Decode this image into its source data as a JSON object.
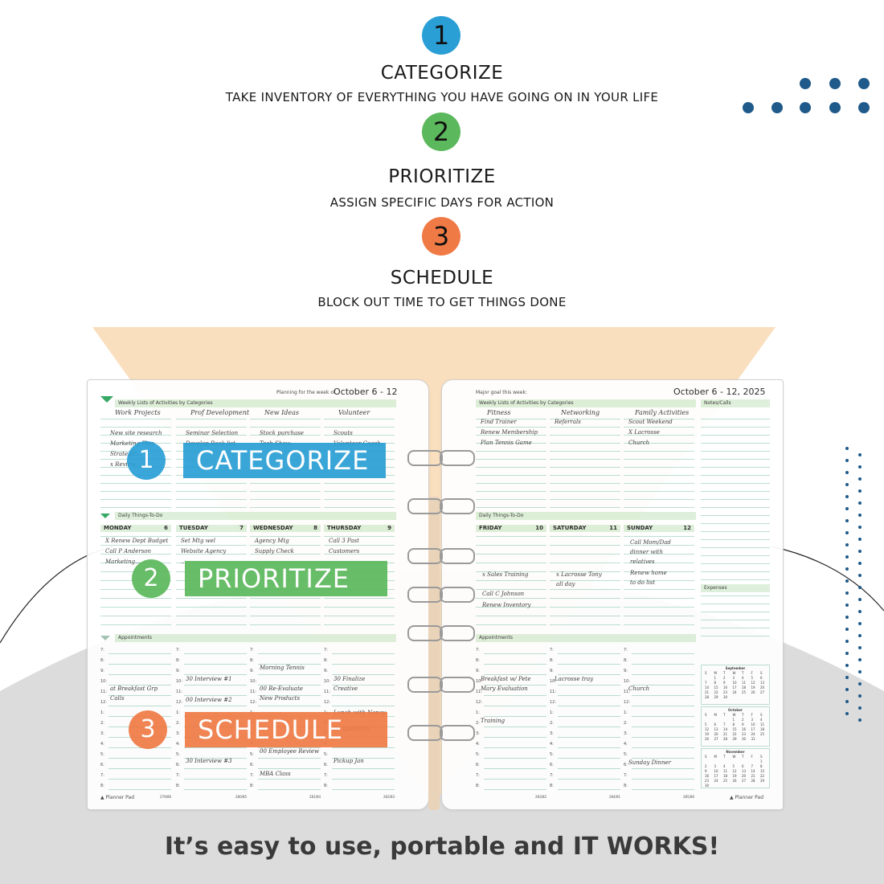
{
  "steps": [
    {
      "num": "1",
      "title": "CATEGORIZE",
      "subtitle": "TAKE INVENTORY OF EVERYTHING YOU HAVE GOING ON IN YOUR LIFE",
      "color": "#2a9fd6"
    },
    {
      "num": "2",
      "title": "PRIORITIZE",
      "subtitle": "ASSIGN SPECIFIC DAYS FOR ACTION",
      "color": "#5cb85c"
    },
    {
      "num": "3",
      "title": "SCHEDULE",
      "subtitle": "BLOCK OUT TIME TO GET THINGS DONE",
      "color": "#f07a45"
    }
  ],
  "overlays": {
    "categorize": {
      "num": "1",
      "label": "CATEGORIZE",
      "circle_color": "#2a9fd6",
      "bar_color": "#2a9fd6"
    },
    "prioritize": {
      "num": "2",
      "label": "PRIORITIZE",
      "circle_color": "#5cb85c",
      "bar_color": "#5cb85c"
    },
    "schedule": {
      "num": "3",
      "label": "SCHEDULE",
      "circle_color": "#f07a45",
      "bar_color": "#f07a45"
    }
  },
  "left_page": {
    "planning_label": "Planning for the week of",
    "week": "October 6 - 12",
    "weekly_lists_label": "Weekly Lists of Activities by Categories",
    "categories": [
      "Work Projects",
      "Prof Development",
      "New Ideas",
      "Volunteer"
    ],
    "category_items": [
      [
        "New site research",
        "Marketing Plan",
        "Strategic...",
        "x Review..."
      ],
      [
        "Seminar Selection",
        "Develop Book list"
      ],
      [
        "Stock purchase",
        "Tech Show"
      ],
      [
        "Scouts",
        "Volunteer Coach"
      ]
    ],
    "daily_label": "Daily Things-To-Do",
    "days": [
      {
        "name": "MONDAY",
        "date": "6",
        "items": [
          "X Renew Dept Budget",
          "Call P Anderson",
          "Marketing..."
        ]
      },
      {
        "name": "TUESDAY",
        "date": "7",
        "items": [
          "Set Mtg wel",
          "Website Agency",
          "..."
        ]
      },
      {
        "name": "WEDNESDAY",
        "date": "8",
        "items": [
          "Agency Mtg",
          "Supply Check"
        ]
      },
      {
        "name": "THURSDAY",
        "date": "9",
        "items": [
          "Call 3 Past",
          "Customers"
        ]
      }
    ],
    "appointments_label": "Appointments",
    "hours": [
      "7:",
      "8:",
      "9:",
      "10:",
      "11:",
      "12:",
      "1:",
      "2:",
      "3:",
      "4:",
      "5:",
      "6:",
      "7:",
      "8:"
    ],
    "appointments": [
      [
        "at Breakfast Grp",
        "Calls"
      ],
      [
        "30 Interview #1",
        "00 Interview #2",
        "30 Interview #3"
      ],
      [
        "Morning Tennis",
        "00 Re-Evaluate",
        "New Products",
        "00 Employee Review",
        "MBA Class"
      ],
      [
        "30 Finalize",
        "Creative",
        "Lunch with Nancy",
        "00 Quarterly",
        "Pickup Jan"
      ]
    ],
    "page_numbers": [
      "279/86",
      "280/85",
      "281/84",
      "282/83"
    ],
    "brand": "Planner Pad"
  },
  "right_page": {
    "major_goal_label": "Major goal this week:",
    "week": "October 6 - 12, 2025",
    "weekly_lists_label": "Weekly Lists of Activities by Categories",
    "notes_label": "Notes/Calls",
    "categories": [
      "Fitness",
      "Networking",
      "Family Activities"
    ],
    "category_items": [
      [
        "Find Trainer",
        "Renew Membership",
        "Plan Tennis Game"
      ],
      [
        "Referrals"
      ],
      [
        "Scout Weekend",
        "X Lacrosse",
        "Church"
      ]
    ],
    "daily_label": "Daily Things-To-Do",
    "days": [
      {
        "name": "FRIDAY",
        "date": "10",
        "items": [
          "x Sales Training",
          "Call C Johnson",
          "Renew Inventory"
        ]
      },
      {
        "name": "SATURDAY",
        "date": "11",
        "items": [
          "x Lacrosse Tony",
          "all day"
        ]
      },
      {
        "name": "SUNDAY",
        "date": "12",
        "items": [
          "Call Mom/Dad",
          "dinner with",
          "relatives",
          "Renew home",
          "to do list"
        ]
      }
    ],
    "expenses_label": "Expenses",
    "appointments_label": "Appointments",
    "appointments": [
      [
        "Breakfast w/ Pete",
        "Mary Evaluation",
        "Training"
      ],
      [
        "Lacrosse tray"
      ],
      [
        "Church",
        "Sunday Dinner"
      ]
    ],
    "mini_calendars": [
      {
        "month": "September",
        "days": [
          "S",
          "M",
          "T",
          "W",
          "T",
          "F",
          "S"
        ],
        "rows": [
          [
            "",
            "1",
            "2",
            "3",
            "4",
            "5",
            "6"
          ],
          [
            "7",
            "8",
            "9",
            "10",
            "11",
            "12",
            "13"
          ],
          [
            "14",
            "15",
            "16",
            "17",
            "18",
            "19",
            "20"
          ],
          [
            "21",
            "22",
            "23",
            "24",
            "25",
            "26",
            "27"
          ],
          [
            "28",
            "29",
            "30",
            "",
            "",
            "",
            ""
          ]
        ]
      },
      {
        "month": "October",
        "days": [
          "S",
          "M",
          "T",
          "W",
          "T",
          "F",
          "S"
        ],
        "rows": [
          [
            "",
            "",
            "",
            "1",
            "2",
            "3",
            "4"
          ],
          [
            "5",
            "6",
            "7",
            "8",
            "9",
            "10",
            "11"
          ],
          [
            "12",
            "13",
            "14",
            "15",
            "16",
            "17",
            "18"
          ],
          [
            "19",
            "20",
            "21",
            "22",
            "23",
            "24",
            "25"
          ],
          [
            "26",
            "27",
            "28",
            "29",
            "30",
            "31",
            ""
          ]
        ]
      },
      {
        "month": "November",
        "days": [
          "S",
          "M",
          "T",
          "W",
          "T",
          "F",
          "S"
        ],
        "rows": [
          [
            "",
            "",
            "",
            "",
            "",
            "",
            "1"
          ],
          [
            "2",
            "3",
            "4",
            "5",
            "6",
            "7",
            "8"
          ],
          [
            "9",
            "10",
            "11",
            "12",
            "13",
            "14",
            "15"
          ],
          [
            "16",
            "17",
            "18",
            "19",
            "20",
            "21",
            "22"
          ],
          [
            "23",
            "24",
            "25",
            "26",
            "27",
            "28",
            "29"
          ],
          [
            "30",
            "",
            "",
            "",
            "",
            "",
            ""
          ]
        ]
      }
    ],
    "page_numbers": [
      "283/82",
      "284/81",
      "285/80"
    ],
    "brand": "Planner Pad"
  },
  "tagline": "It’s easy to use, portable and IT WORKS!",
  "colors": {
    "accent_blue": "#1f5a8a",
    "cone": "#f9dcb8",
    "gray_bg": "#dcdcdc",
    "green_band": "#dcefd9"
  }
}
